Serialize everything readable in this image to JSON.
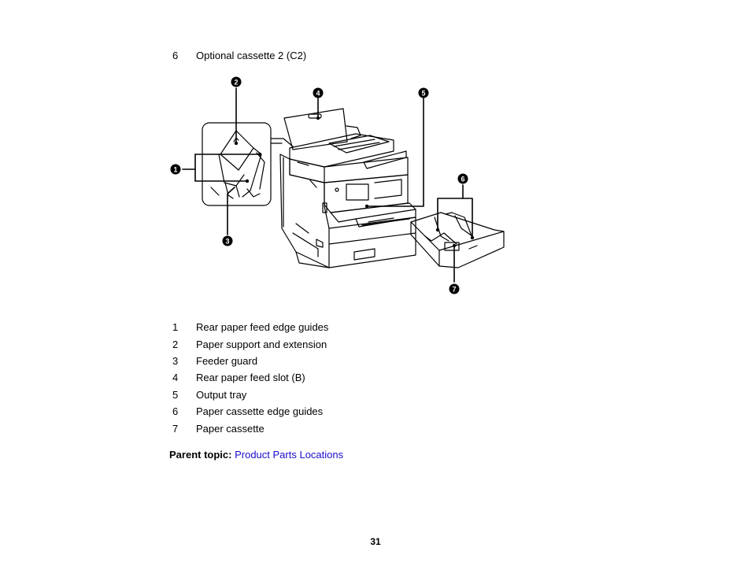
{
  "top_item": {
    "number": "6",
    "label": "Optional cassette 2 (C2)"
  },
  "callouts": [
    "1",
    "2",
    "3",
    "4",
    "5",
    "6",
    "7"
  ],
  "legend": [
    {
      "number": "1",
      "label": "Rear paper feed edge guides"
    },
    {
      "number": "2",
      "label": "Paper support and extension"
    },
    {
      "number": "3",
      "label": "Feeder guard"
    },
    {
      "number": "4",
      "label": "Rear paper feed slot (B)"
    },
    {
      "number": "5",
      "label": "Output tray"
    },
    {
      "number": "6",
      "label": "Paper cassette edge guides"
    },
    {
      "number": "7",
      "label": "Paper cassette"
    }
  ],
  "parent_topic": {
    "label": "Parent topic:",
    "link_text": "Product Parts Locations"
  },
  "page_number": "31"
}
